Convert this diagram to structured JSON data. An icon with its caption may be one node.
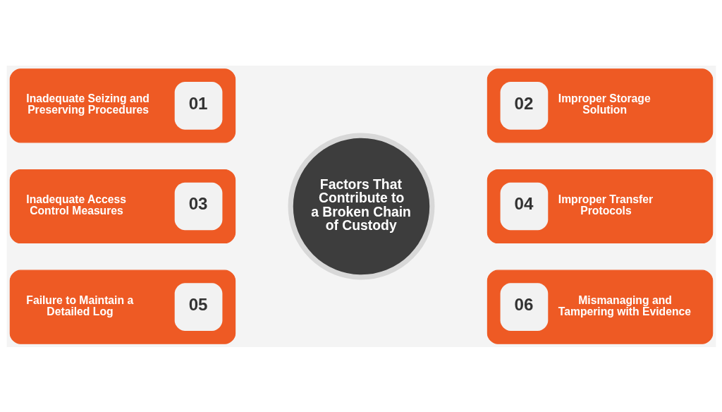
{
  "diagram": {
    "nodes": [
      {
        "text": [
          "Inadequate Seizing and Preserving Procedures",
          "01"
        ]
      },
      {
        "text": [
          "02",
          "Improper Storage Solution"
        ]
      },
      {
        "text": [
          "Inadequate Access Control Measures",
          "03"
        ]
      },
      {
        "text": [
          "Factors That Contribute to a Broken Chain of Custody"
        ]
      },
      {
        "text": [
          "04",
          "Improper Transfer Protocols"
        ]
      },
      {
        "text": [
          "Failure to Maintain a Detailed Log",
          "05"
        ]
      },
      {
        "text": [
          "06",
          "Mismanaging and Tampering with Evidence"
        ]
      }
    ]
  }
}
